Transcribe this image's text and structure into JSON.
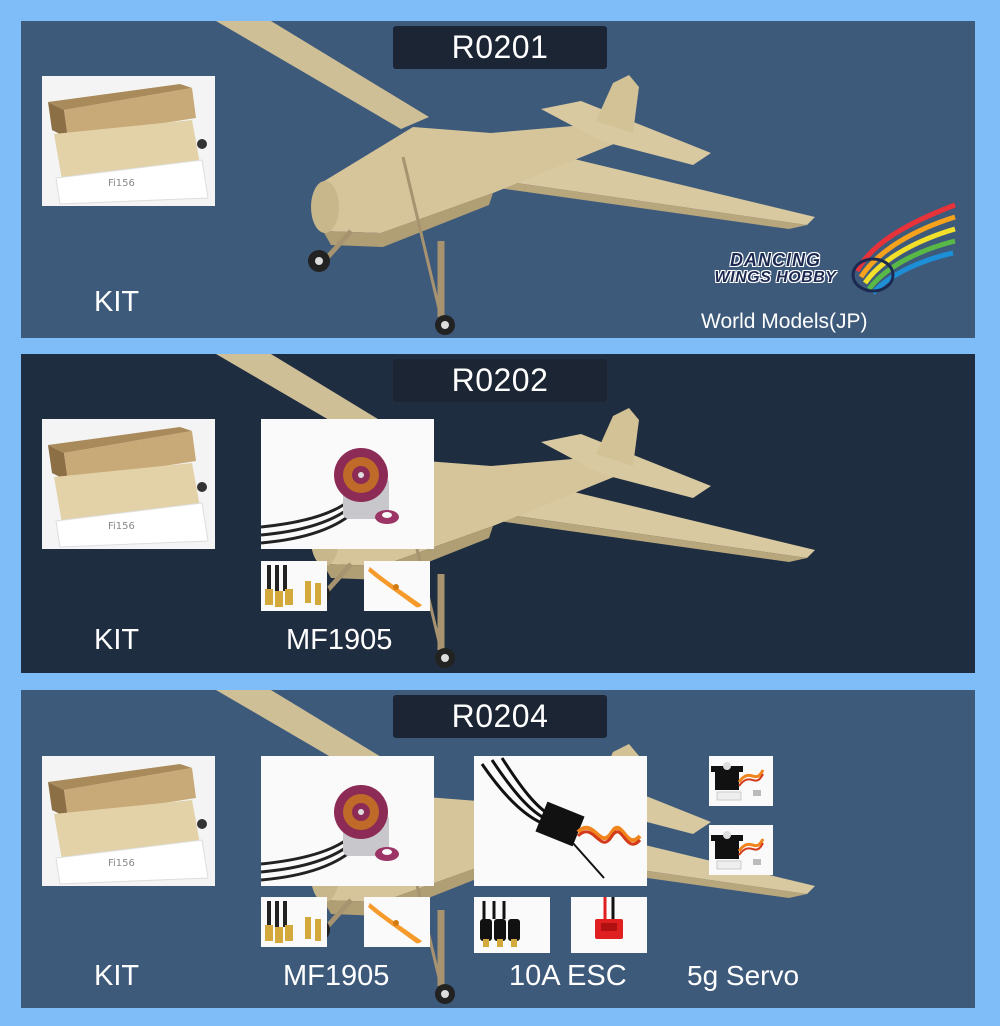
{
  "panels": [
    {
      "model": "R0201",
      "labels": {
        "kit": "KIT"
      }
    },
    {
      "model": "R0202",
      "labels": {
        "kit": "KIT",
        "motor": "MF1905"
      }
    },
    {
      "model": "R0204",
      "labels": {
        "kit": "KIT",
        "motor": "MF1905",
        "esc": "10A ESC",
        "servo": "5g Servo"
      }
    }
  ],
  "brand": {
    "line1": "DANCING",
    "line2": "WINGS HOBBY",
    "source": "World Models(JP)"
  },
  "colors": {
    "page_background": "#7fbdf8",
    "panel_blue": "#3e5a7b",
    "panel_dark": "#1e2d40",
    "title_box": "#1b2533",
    "balsa": "#d9c9a0"
  }
}
